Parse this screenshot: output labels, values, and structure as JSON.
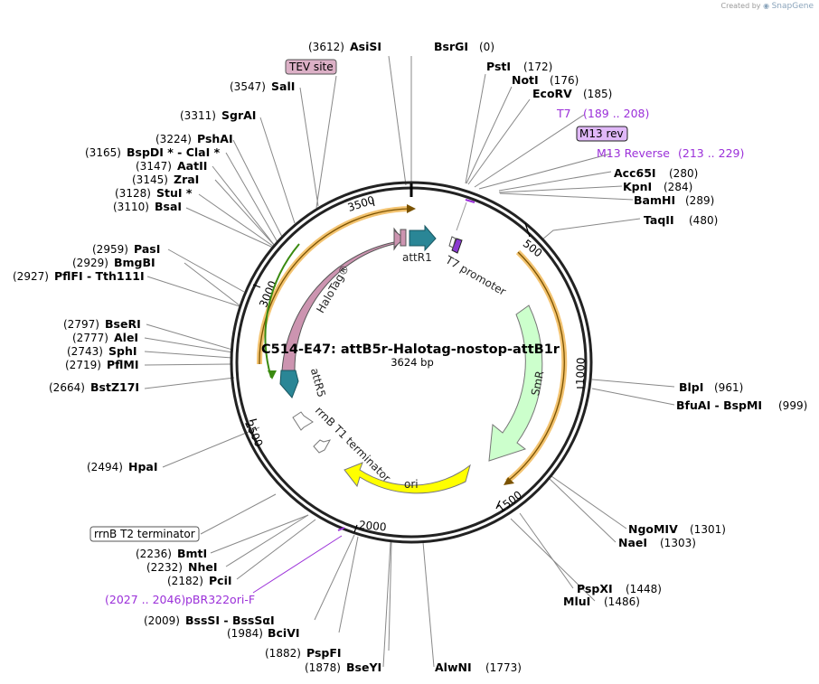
{
  "credit": {
    "prefix": "Created by",
    "brand": "SnapGene"
  },
  "map": {
    "title": "C514-E47: attB5r-Halotag-nostop-attB1r",
    "length": "3624 bp",
    "ticks": [
      "500",
      "1000",
      "1500",
      "2000",
      "2500",
      "3000",
      "3500"
    ]
  },
  "features": {
    "halotag": "HaloTag®",
    "smr": "SmR",
    "ori": "ori",
    "attr1": "attR1",
    "attr5": "attR5",
    "t7_promoter": "T7 promoter",
    "rrnb_t1": "rrnB T1 terminator"
  },
  "boxed": {
    "tev": "TEV site",
    "m13rev": "M13 rev",
    "rrnb_t2": "rrnB T2 terminator"
  },
  "primers": {
    "t7": {
      "name": "T7",
      "pos": "(189 .. 208)"
    },
    "m13rev": {
      "name": "M13 Reverse",
      "pos": "(213 .. 229)"
    },
    "pbr": {
      "name": "pBR322ori-F",
      "pos": "(2027 .. 2046)"
    }
  },
  "sites": {
    "asisi": {
      "pos": "(3612)",
      "name": "AsiSI"
    },
    "bsrgi": {
      "pos": "(0)",
      "name": "BsrGI"
    },
    "psti": {
      "pos": "(172)",
      "name": "PstI"
    },
    "noti": {
      "pos": "(176)",
      "name": "NotI"
    },
    "ecorv": {
      "pos": "(185)",
      "name": "EcoRV"
    },
    "acc65i": {
      "pos": "(280)",
      "name": "Acc65I"
    },
    "kpni": {
      "pos": "(284)",
      "name": "KpnI"
    },
    "bamhi": {
      "pos": "(289)",
      "name": "BamHI"
    },
    "taqii": {
      "pos": "(480)",
      "name": "TaqII"
    },
    "blpi": {
      "pos": "(961)",
      "name": "BlpI"
    },
    "bfuai": {
      "pos": "(999)",
      "name": "BfuAI  -  BspMI"
    },
    "ngomiv": {
      "pos": "(1301)",
      "name": "NgoMIV"
    },
    "naei": {
      "pos": "(1303)",
      "name": "NaeI"
    },
    "pspxi": {
      "pos": "(1448)",
      "name": "PspXI"
    },
    "mlui": {
      "pos": "(1486)",
      "name": "MluI"
    },
    "alwni": {
      "pos": "(1773)",
      "name": "AlwNI"
    },
    "bseyi": {
      "pos": "(1878)",
      "name": "BseYI"
    },
    "pspfi": {
      "pos": "(1882)",
      "name": "PspFI"
    },
    "bcivi": {
      "pos": "(1984)",
      "name": "BciVI"
    },
    "bsssi": {
      "pos": "(2009)",
      "name": "BssSI  -  BssSαI"
    },
    "pcii": {
      "pos": "(2182)",
      "name": "PciI"
    },
    "nhei": {
      "pos": "(2232)",
      "name": "NheI"
    },
    "bmti": {
      "pos": "(2236)",
      "name": "BmtI"
    },
    "hpai": {
      "pos": "(2494)",
      "name": "HpaI"
    },
    "bstz17i": {
      "pos": "(2664)",
      "name": "BstZ17I"
    },
    "pflmi": {
      "pos": "(2719)",
      "name": "PflMI"
    },
    "sphi": {
      "pos": "(2743)",
      "name": "SphI"
    },
    "alei": {
      "pos": "(2777)",
      "name": "AleI"
    },
    "bseri": {
      "pos": "(2797)",
      "name": "BseRI"
    },
    "pflfi": {
      "pos": "(2927)",
      "name": "PflFI  -  Tth111I"
    },
    "bmgbi": {
      "pos": "(2929)",
      "name": "BmgBI"
    },
    "pasi": {
      "pos": "(2959)",
      "name": "PasI"
    },
    "bsai": {
      "pos": "(3110)",
      "name": "BsaI"
    },
    "stui": {
      "pos": "(3128)",
      "name": "StuI *"
    },
    "zrai": {
      "pos": "(3145)",
      "name": "ZraI"
    },
    "aatii": {
      "pos": "(3147)",
      "name": "AatII"
    },
    "bspdi": {
      "pos": "(3165)",
      "name": "BspDI *  -  ClaI *"
    },
    "pshai": {
      "pos": "(3224)",
      "name": "PshAI"
    },
    "sgrai": {
      "pos": "(3311)",
      "name": "SgrAI"
    },
    "sali": {
      "pos": "(3547)",
      "name": "SalI"
    }
  }
}
